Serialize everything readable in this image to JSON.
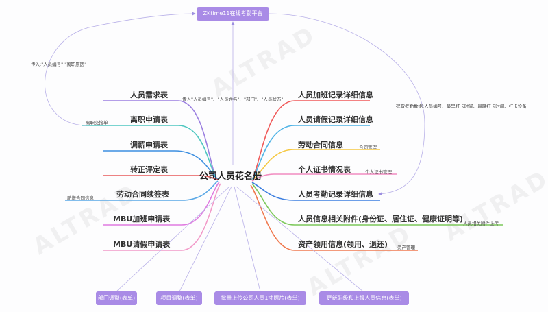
{
  "title": "ZKtime11在线考勤平台",
  "center": "公司人员花名册",
  "watermark": "ALTRAD",
  "left_nodes": [
    "人员需求表",
    "离职申请表",
    "调薪申请表",
    "转正评定表",
    "劳动合同续签表",
    "MBU加班申请表",
    "MBU请假申请表"
  ],
  "right_nodes": [
    "人员加班记录详细信息",
    "人员请假记录详细信息",
    "劳动合同信息",
    "个人证书情况表",
    "人员考勤记录详细信息",
    "人员信息相关附件(身份证、居住证、健康证明等)",
    "资产领用信息(领用、退还)"
  ],
  "notes": {
    "pass_resign": "传入:\"人员编号\" \"离职原因\"",
    "resign_form": "离职交接单",
    "pass_staff": "传入\"人员编号\"、\"人员姓名\"、\"部门\"、\"人员状态\"",
    "attendance": "提取考勤数据:人员编号、最早打卡时间、最晚打卡时间、打卡设备",
    "contract_mgmt": "合同管理",
    "cert_mgmt": "个人证书管理",
    "new_contract": "新增合同信息",
    "attach_upload": "人员相关附件上传",
    "asset_mgmt": "资产管理"
  },
  "bottom_boxes": [
    "部门调整(表单)",
    "项目调整(表单)",
    "批量上传公司人员1寸照片(表单)",
    "更新职级和上报人员信息(表单)"
  ],
  "colors": {
    "box": "#a98be6"
  }
}
